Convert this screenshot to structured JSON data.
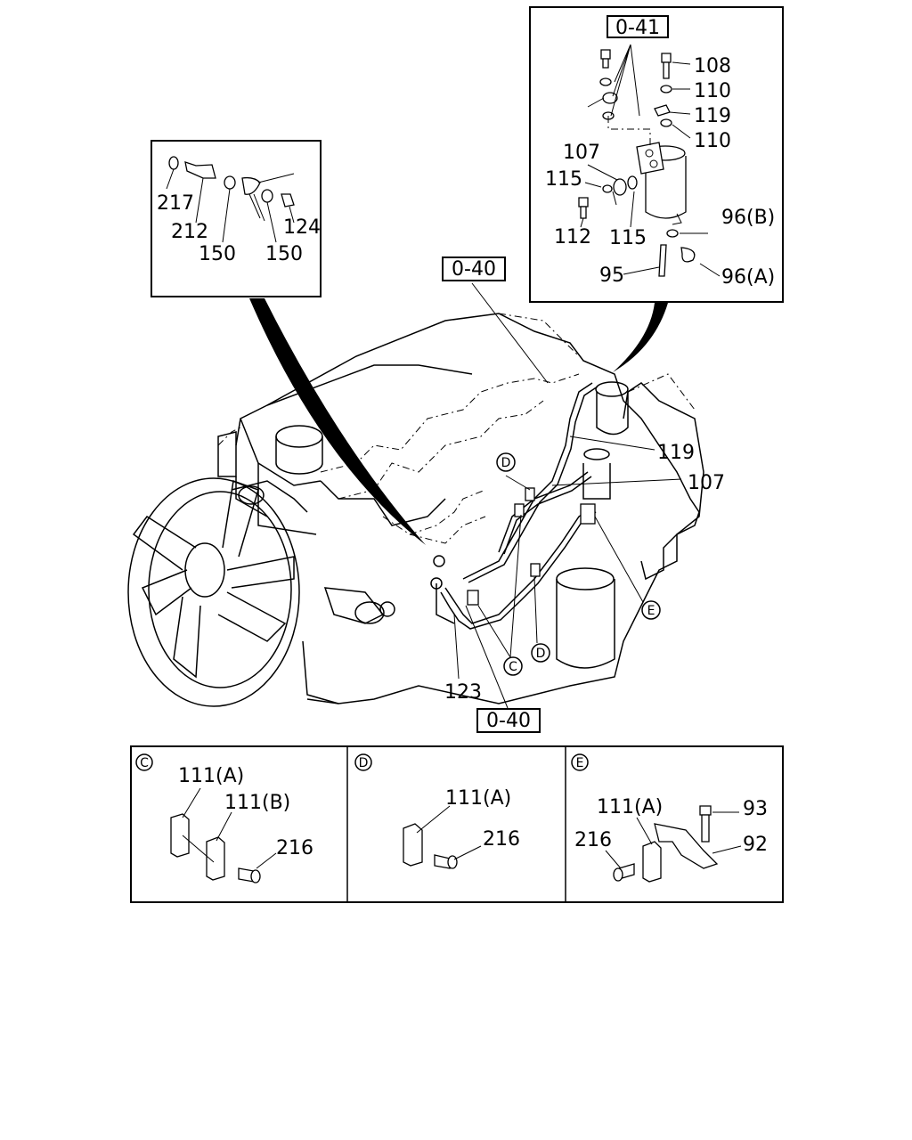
{
  "refs": {
    "top": "0-41",
    "middle": "0-40",
    "bottom": "0-40"
  },
  "filter_box": {
    "labels": [
      "108",
      "110",
      "119",
      "110",
      "107",
      "115",
      "112",
      "115",
      "96(B)",
      "95",
      "96(A)"
    ]
  },
  "sensor_box": {
    "labels": [
      "217",
      "212",
      "150",
      "150",
      "124"
    ]
  },
  "main": {
    "labels": [
      "119",
      "107",
      "123"
    ],
    "circles": [
      "D",
      "C",
      "D",
      "E"
    ]
  },
  "detail_c": {
    "marker": "C",
    "labels": [
      "111(A)",
      "111(B)",
      "216"
    ]
  },
  "detail_d": {
    "marker": "D",
    "labels": [
      "111(A)",
      "216"
    ]
  },
  "detail_e": {
    "marker": "E",
    "labels": [
      "111(A)",
      "93",
      "216",
      "92"
    ]
  }
}
